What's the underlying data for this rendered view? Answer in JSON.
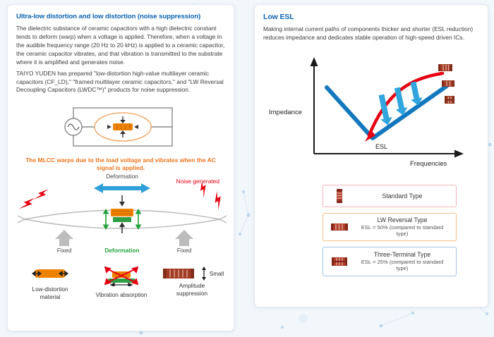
{
  "colors": {
    "heading_blue": "#0b63b0",
    "body_text": "#3c3c3c",
    "caption_orange": "#f0741d",
    "noise_red": "#e60012",
    "deformation_green": "#23a23c",
    "arrow_blue": "#2e9fd8",
    "curve_blue": "#1478be",
    "curve_red": "#e60012",
    "capacitor_maroon": "#a23b24",
    "legend_border_pink": "#f0b3bc",
    "legend_border_orange": "#f5c289",
    "legend_border_blue": "#a3c4e4"
  },
  "icons": {
    "ac-source-icon": "circle with sine wave",
    "mlcc-chip-icon": "orange striped chip",
    "lightning-icon": "red lightning bolt",
    "standard-capacitor-icon": "red striped chip, vertical",
    "lw-reversal-capacitor-icon": "red striped chip, wide",
    "three-terminal-capacitor-icon": "red striped chip with center band"
  },
  "left_panel": {
    "title": "Ultra-low distortion and low distortion (noise suppression)",
    "para1": "The dielectric substance of ceramic capacitors with a high dielectric constant tends to deform (warp) when a voltage is applied. Therefore, when a voltage in the audible frequency range (20 Hz to 20 kHz) is applied to a ceramic capacitor, the ceramic capacitor vibrates, and that vibration is transmitted to the substrate where it is amplified and generates noise.",
    "para2": "TAIYO YUDEN has prepared \"low-distortion high-value multilayer ceramic capacitors (CF_LD),\" \"framed multilayer ceramic capacitors,\" and \"LW Reversal Decoupling Capacitors (LWDC™)\" products for noise suppression.",
    "caption": "The MLCC warps due to the load voltage and vibrates when the AC signal is applied.",
    "warp_labels": {
      "deformation_top": "Deformation",
      "noise_generated": "Noise generated",
      "fixed_left": "Fixed",
      "fixed_right": "Fixed",
      "deformation_bottom": "Deformation"
    },
    "small_label": "Small",
    "figures": [
      {
        "label": "Low-distortion material"
      },
      {
        "label": "Vibration absorption"
      },
      {
        "label": "Amplitude suppression"
      }
    ]
  },
  "right_panel": {
    "title": "Low ESL",
    "para": "Making internal current paths of components thicker and shorter (ESL reduction) reduces impedance and dedicates stable operation of high-speed driven ICs.",
    "chart": {
      "ylabel": "Impedance",
      "xlabel": "Frequencies",
      "annotation": "ESL"
    },
    "legend": [
      {
        "title": "Standard Type",
        "subtitle": ""
      },
      {
        "title": "LW Reversal Type",
        "subtitle": "ESL = 50% (compared to standard type)"
      },
      {
        "title": "Three-Terminal Type",
        "subtitle": "ESL = 25% (compared to standard type)"
      }
    ]
  },
  "chart_data": {
    "type": "line",
    "xlabel": "Frequencies",
    "ylabel": "Impedance",
    "numeric_axes": false,
    "annotations": [
      "ESL"
    ],
    "description": "Conceptual V-shaped impedance-vs-frequency curves; lowering ESL shifts the rising (inductive) branch downward, marked by blue down arrows",
    "series": [
      {
        "name": "Standard Type (higher ESL)",
        "color": "#e60012"
      },
      {
        "name": "Lower ESL types (LW Reversal / Three-Terminal)",
        "color": "#1478be"
      }
    ]
  }
}
